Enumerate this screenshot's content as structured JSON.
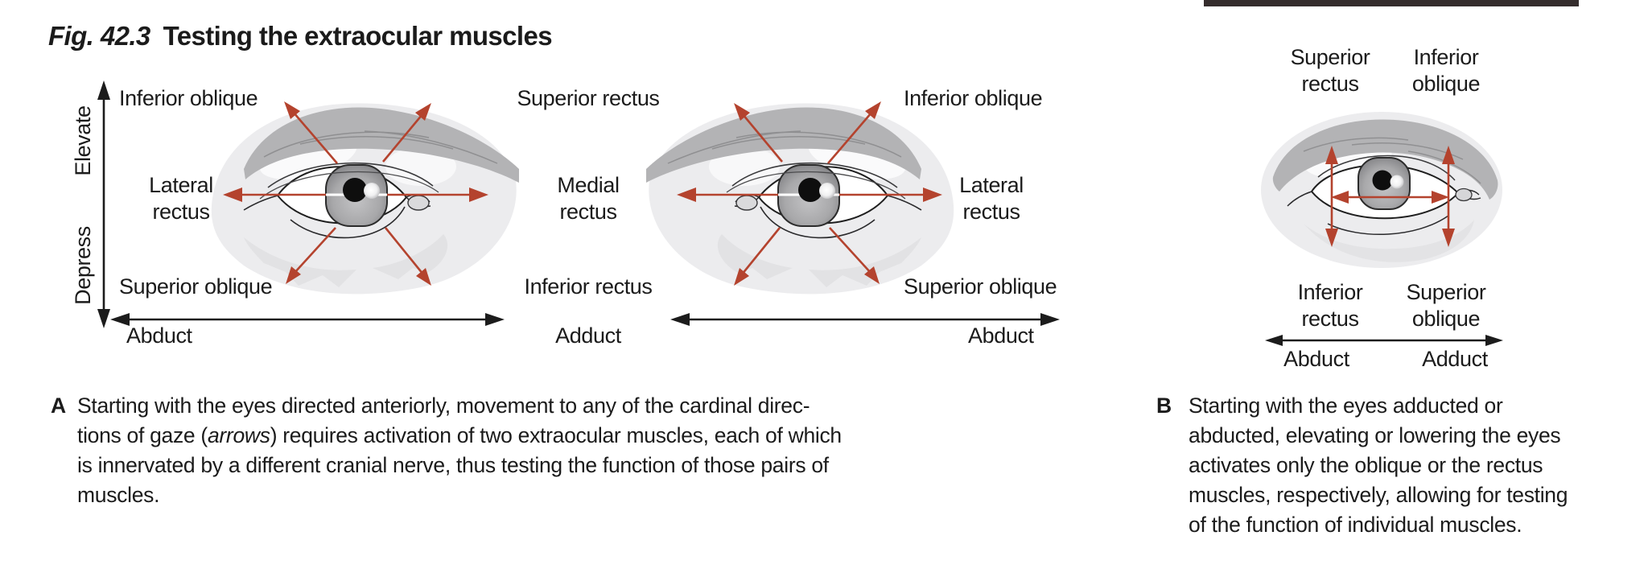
{
  "header": {
    "fig_label": "Fig. 42.3",
    "fig_title": "Testing the extraocular muscles"
  },
  "diagram_a": {
    "axis_up": "Elevate",
    "axis_down": "Depress",
    "right_eye": {
      "upper": "Inferior oblique",
      "middle": [
        "Lateral",
        "rectus"
      ],
      "lower": "Superior oblique"
    },
    "center_column": {
      "upper": "Superior rectus",
      "middle": [
        "Medial",
        "rectus"
      ],
      "lower": "Inferior rectus"
    },
    "left_eye": {
      "upper": "Inferior oblique",
      "middle": [
        "Lateral",
        "rectus"
      ],
      "lower": "Superior oblique"
    },
    "bottom_labels": {
      "left": "Abduct",
      "center": "Adduct",
      "right": "Abduct"
    }
  },
  "diagram_b": {
    "top_left": [
      "Superior",
      "rectus"
    ],
    "top_right": [
      "Inferior",
      "oblique"
    ],
    "bottom_left": [
      "Inferior",
      "rectus"
    ],
    "bottom_right": [
      "Superior",
      "oblique"
    ],
    "bottom_labels": {
      "left": "Abduct",
      "right": "Adduct"
    }
  },
  "caption_a": {
    "marker": "A",
    "lines": [
      [
        {
          "t": "Starting with the eyes directed anteriorly, movement to any of the cardinal direc-"
        }
      ],
      [
        {
          "t": "tions of gaze ("
        },
        {
          "t": "arrows",
          "i": true
        },
        {
          "t": ") requires activation of two extraocular muscles, each of which"
        }
      ],
      [
        {
          "t": "is innervated by a different cranial nerve, thus testing the function of those pairs of"
        }
      ],
      [
        {
          "t": "muscles."
        }
      ]
    ]
  },
  "caption_b": {
    "marker": "B",
    "lines": [
      [
        {
          "t": "Starting with the eyes adducted or"
        }
      ],
      [
        {
          "t": "abducted, elevating or lowering the eyes"
        }
      ],
      [
        {
          "t": "activates only the oblique or the rectus"
        }
      ],
      [
        {
          "t": "muscles, respectively, allowing for testing"
        }
      ],
      [
        {
          "t": "of the function of individual muscles."
        }
      ]
    ]
  },
  "colors": {
    "arrow_red": "#b4432e",
    "ink": "#1c1c1c",
    "brow_gray": "#b4b4b6",
    "skin_gray": "#ededee"
  }
}
